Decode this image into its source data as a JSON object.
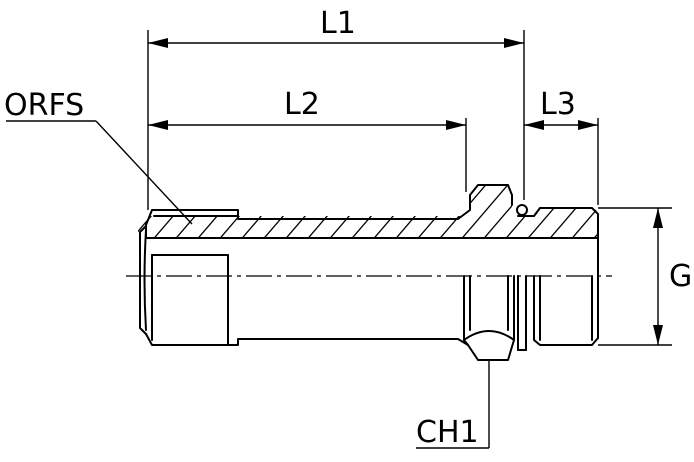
{
  "labels": {
    "l1": "L1",
    "l2": "L2",
    "l3": "L3",
    "orfs": "ORFS",
    "g": "G",
    "ch1": "CH1"
  }
}
